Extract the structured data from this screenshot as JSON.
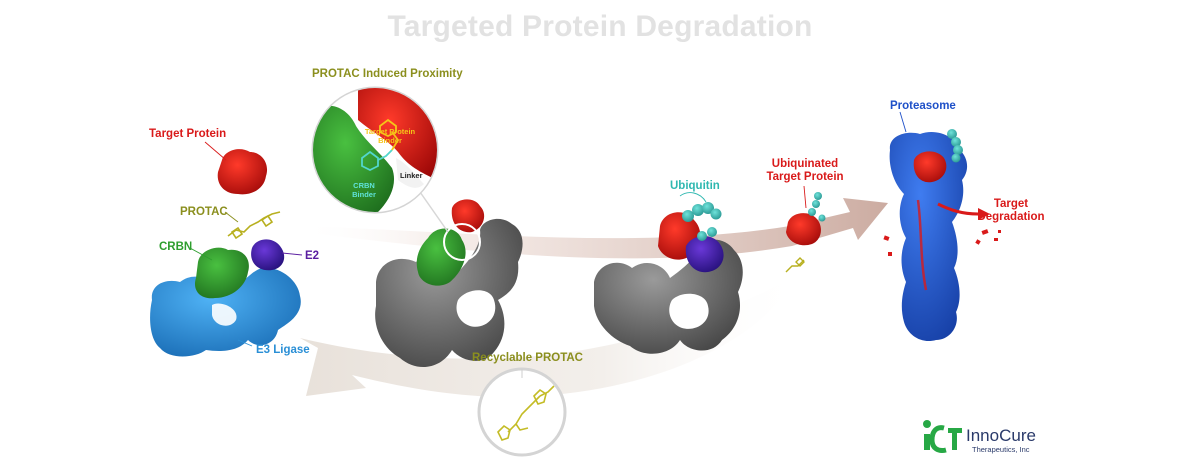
{
  "title": "Targeted Protein Degradation",
  "labels": {
    "target_protein": "Target Protein",
    "protac": "PROTAC",
    "crbn": "CRBN",
    "e2": "E2",
    "e3_ligase": "E3 Ligase",
    "protac_induced_proximity": "PROTAC Induced Proximity",
    "target_protein_binder_line1": "Target Protein",
    "target_protein_binder_line2": "Binder",
    "crbn_binder_line1": "CRBN",
    "crbn_binder_line2": "Binder",
    "linker": "Linker",
    "ubiquitin": "Ubiquitin",
    "ubiquinated_line1": "Ubiquinated",
    "ubiquinated_line2": "Target Protein",
    "proteasome": "Proteasome",
    "target_degradation_line1": "Target",
    "target_degradation_line2": "Degradation",
    "recyclable_protac": "Recyclable PROTAC"
  },
  "logo": {
    "name": "InnoCure",
    "subtitle": "Therapeutics, Inc"
  },
  "colors": {
    "title": "#e2e2e2",
    "target_red": "#d91a1a",
    "protac_olive": "#8b8f1e",
    "crbn_green": "#2e9e2e",
    "e2_purple": "#5a1ea0",
    "e3_blue": "#2a8fd6",
    "proteasome_blue": "#1e50c8",
    "ubiquitin_teal": "#2fb8b0",
    "complex_gray": "#6e6e6e"
  }
}
